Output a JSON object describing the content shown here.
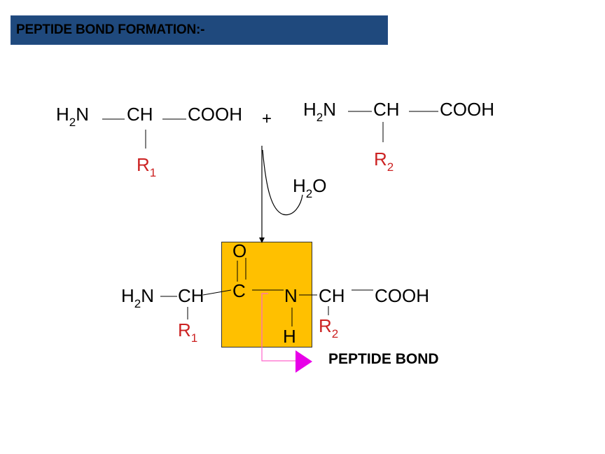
{
  "title": "PEPTIDE BOND FORMATION:-",
  "reactant1": {
    "amine": "H",
    "amine_sub": "2",
    "amine_n": "N",
    "ch": "CH",
    "acid": "COOH",
    "r": "R",
    "r_sub": "1"
  },
  "plus": "+",
  "reactant2": {
    "amine": "H",
    "amine_sub": "2",
    "amine_n": "N",
    "ch": "CH",
    "acid": "COOH",
    "r": "R",
    "r_sub": "2"
  },
  "water": {
    "h": "H",
    "sub": "2",
    "o": "O"
  },
  "product": {
    "amine": "H",
    "amine_sub": "2",
    "amine_n": "N",
    "ch1": "CH",
    "o": "O",
    "c": "C",
    "n": "N",
    "h": "H",
    "ch2": "CH",
    "acid": "COOH",
    "r1": "R",
    "r1_sub": "1",
    "r2": "R",
    "r2_sub": "2"
  },
  "peptide_bond_label": "PEPTIDE BOND",
  "colors": {
    "title_bar": "#1f497d",
    "highlight_box": "#ffc000",
    "r_group": "#cc2222",
    "pointer": "#e800e8",
    "pointer_line": "#ff66cc"
  }
}
